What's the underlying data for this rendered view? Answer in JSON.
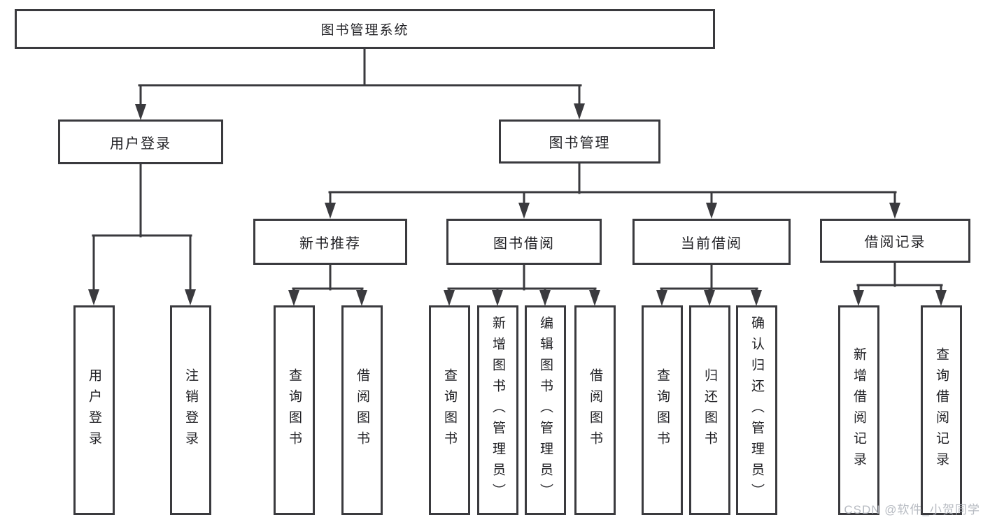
{
  "tree": {
    "label": "图书管理系统",
    "children": [
      {
        "label": "用户登录",
        "children": [
          {
            "label": "用户登录"
          },
          {
            "label": "注销登录"
          }
        ]
      },
      {
        "label": "图书管理",
        "children": [
          {
            "label": "新书推荐",
            "children": [
              {
                "label": "查询图书"
              },
              {
                "label": "借阅图书"
              }
            ]
          },
          {
            "label": "图书借阅",
            "children": [
              {
                "label": "查询图书"
              },
              {
                "label": "新增图书（管理员）"
              },
              {
                "label": "编辑图书（管理员）"
              },
              {
                "label": "借阅图书"
              }
            ]
          },
          {
            "label": "当前借阅",
            "children": [
              {
                "label": "查询图书"
              },
              {
                "label": "归还图书"
              },
              {
                "label": "确认归还（管理员）"
              }
            ]
          },
          {
            "label": "借阅记录",
            "children": [
              {
                "label": "新增借阅记录"
              },
              {
                "label": "查询借阅记录"
              }
            ]
          }
        ]
      }
    ]
  },
  "watermark": {
    "text": "CSDN @软件_小贺同学"
  },
  "colors": {
    "line": "#3a3a3e",
    "box_background": "#ffffff",
    "text": "#222226",
    "watermark": "#b4b8bf"
  }
}
